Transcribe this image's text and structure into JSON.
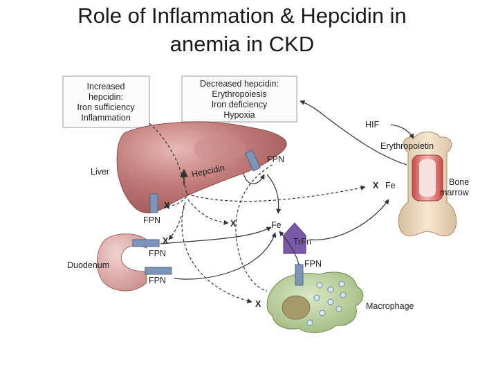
{
  "title": {
    "line1": "Role of Inflammation & Hepcidin in",
    "line2": "anemia in CKD"
  },
  "boxes": {
    "increased": [
      "Increased",
      "hepcidin:",
      "Iron sufficiency",
      "Inflammation"
    ],
    "decreased": [
      "Decreased hepcidin:",
      "Erythropoiesis",
      "Iron deficiency",
      "Hypoxia"
    ]
  },
  "labels": {
    "liver": "Liver",
    "hepcidin": "Hepcidin",
    "fpn_liver_right": "FPN",
    "fpn_liver_bottom": "FPN",
    "duodenum": "Duodenum",
    "fpn_duo_1": "FPN",
    "fpn_duo_2": "FPN",
    "fpn_macrophage": "FPN",
    "macrophage": "Macrophage",
    "hif": "HIF",
    "erythropoietin": "Erythropoietin",
    "bone_marrow_1": "Bone",
    "bone_marrow_2": "marrow",
    "fe_center": "Fe",
    "fe_marrow": "Fe",
    "trfn": "TrFn",
    "x_liver": "X",
    "x_mid": "X",
    "x_duo": "X",
    "x_marrow": "X",
    "x_macro": "X"
  },
  "colors": {
    "liver": "#b86a6a",
    "duodenum": "#d9a6a4",
    "macrophage": "#a9c48a",
    "bone": "#ecd6bd",
    "trfn": "#7a5aa8",
    "fpn": "#7c95b8"
  }
}
